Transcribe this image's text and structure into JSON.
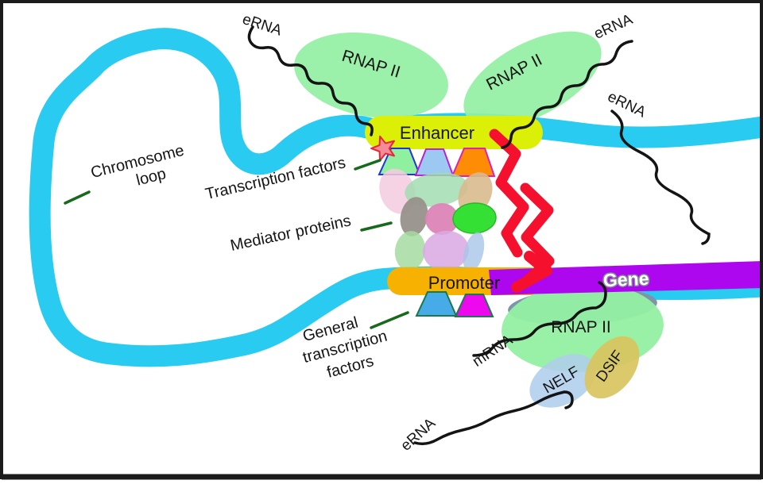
{
  "labels": {
    "chromosome_loop_1": "Chromosome",
    "chromosome_loop_2": "loop",
    "transcription_factors": "Transcription factors",
    "mediator_proteins": "Mediator proteins",
    "general_tf_1": "General",
    "general_tf_2": "transcription",
    "general_tf_3": "factors",
    "enhancer": "Enhancer",
    "promoter": "Promoter",
    "gene": "Gene",
    "rnap_top_left": "RNAP II",
    "rnap_top_right": "RNAP II",
    "rnap_gene": "RNAP II",
    "nelf": "NELF",
    "dsif": "DSIF",
    "erna_top_left": "eRNA",
    "erna_top_right": "eRNA",
    "erna_right": "eRNA",
    "erna_bottom": "eRNA",
    "mrna": "mRNA"
  },
  "colors": {
    "chromosome": "#29cbf0",
    "enhancer_fill": "#dcef06",
    "promoter_fill": "#f7b100",
    "gene_fill": "#ac07ef",
    "rnap_fill": "#93f0a2",
    "nelf_fill": "#afceec",
    "dsif_fill": "#d9c45f",
    "slate_fill": "#7e94ab",
    "zigzag": "#f5112d",
    "pointer_line": "#17691c",
    "rna_line": "#141414",
    "star_fill": "#f28c96",
    "star_stroke": "#e82538",
    "frame": "#1b1b1b"
  },
  "mediator_colors": [
    "#f4cbdf",
    "#9fddae",
    "#d8ba8e",
    "#97918a",
    "#dc85b8",
    "#35e035",
    "#a5dba0",
    "#d9a8e3",
    "#a8c6e8"
  ],
  "tf_trapezoid_colors": [
    "#8ff0a0",
    "#9cc9f2",
    "#ff8c05"
  ],
  "gtf_trapezoid_colors": [
    "#47abe8",
    "#ee08ee"
  ]
}
